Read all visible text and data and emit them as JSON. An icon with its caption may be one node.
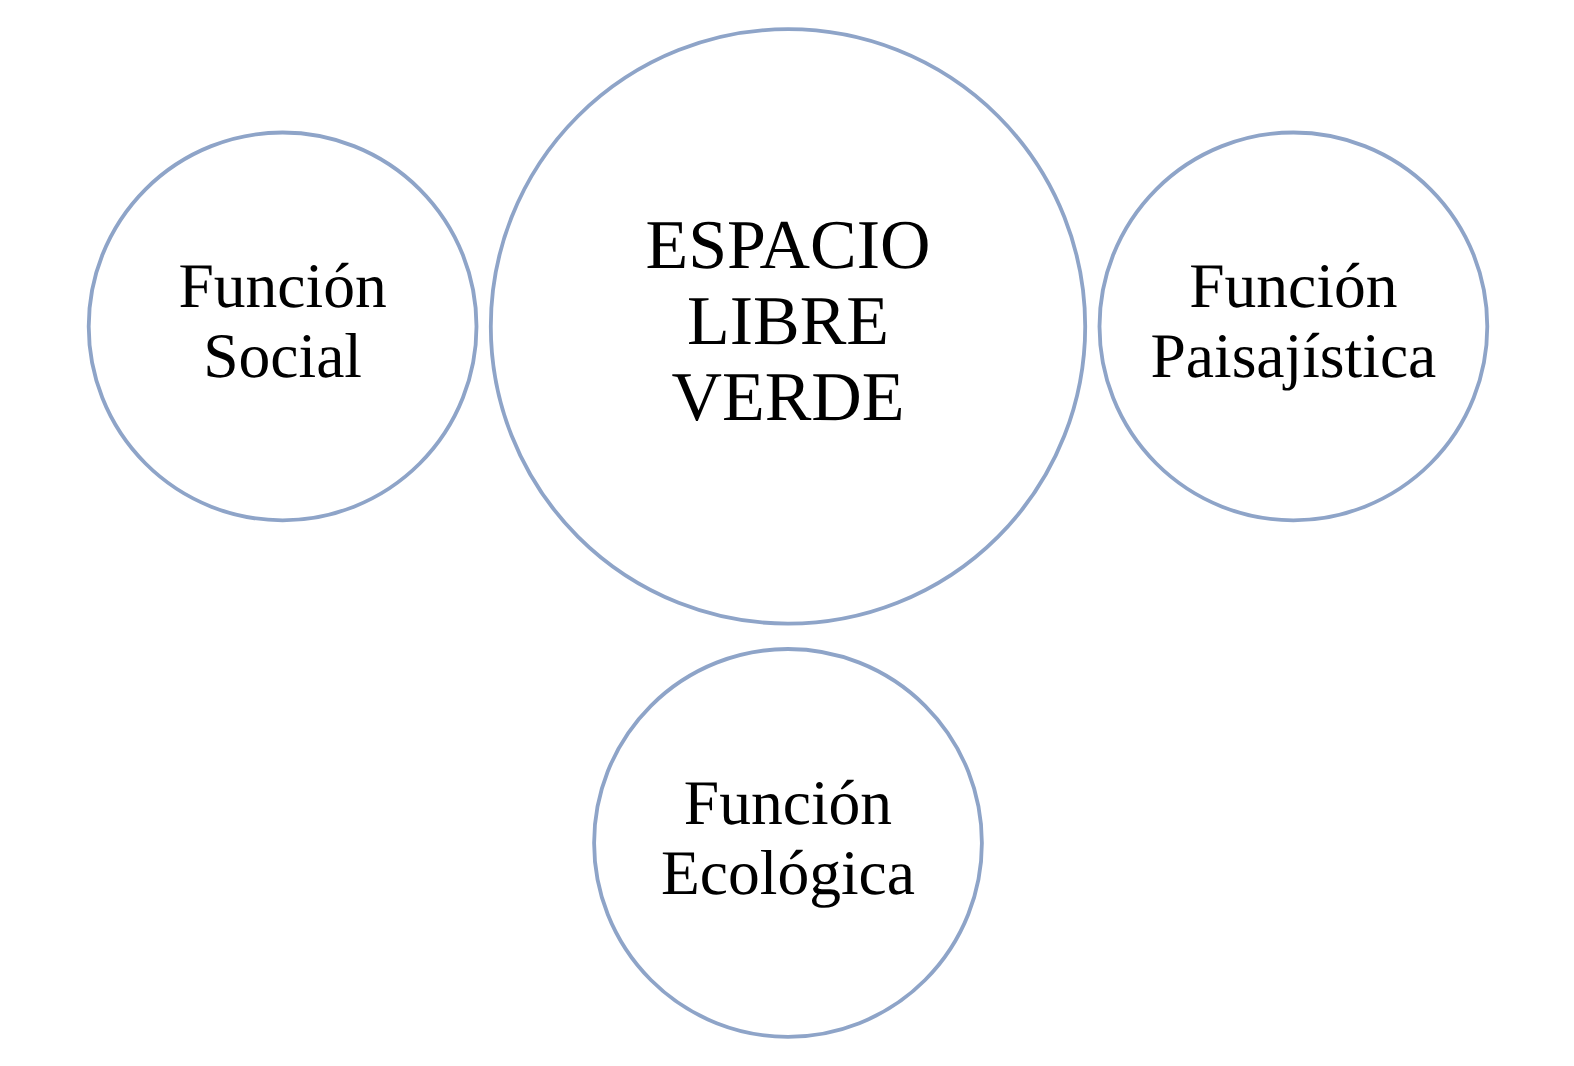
{
  "diagram": {
    "nodes": [
      {
        "text": [
          "Función Social"
        ]
      },
      {
        "text": [
          "ESPACIO LIBRE VERDE"
        ]
      },
      {
        "text": [
          "Función Paisajística"
        ]
      },
      {
        "text": [
          "Función Ecológica"
        ]
      }
    ],
    "edges": []
  }
}
